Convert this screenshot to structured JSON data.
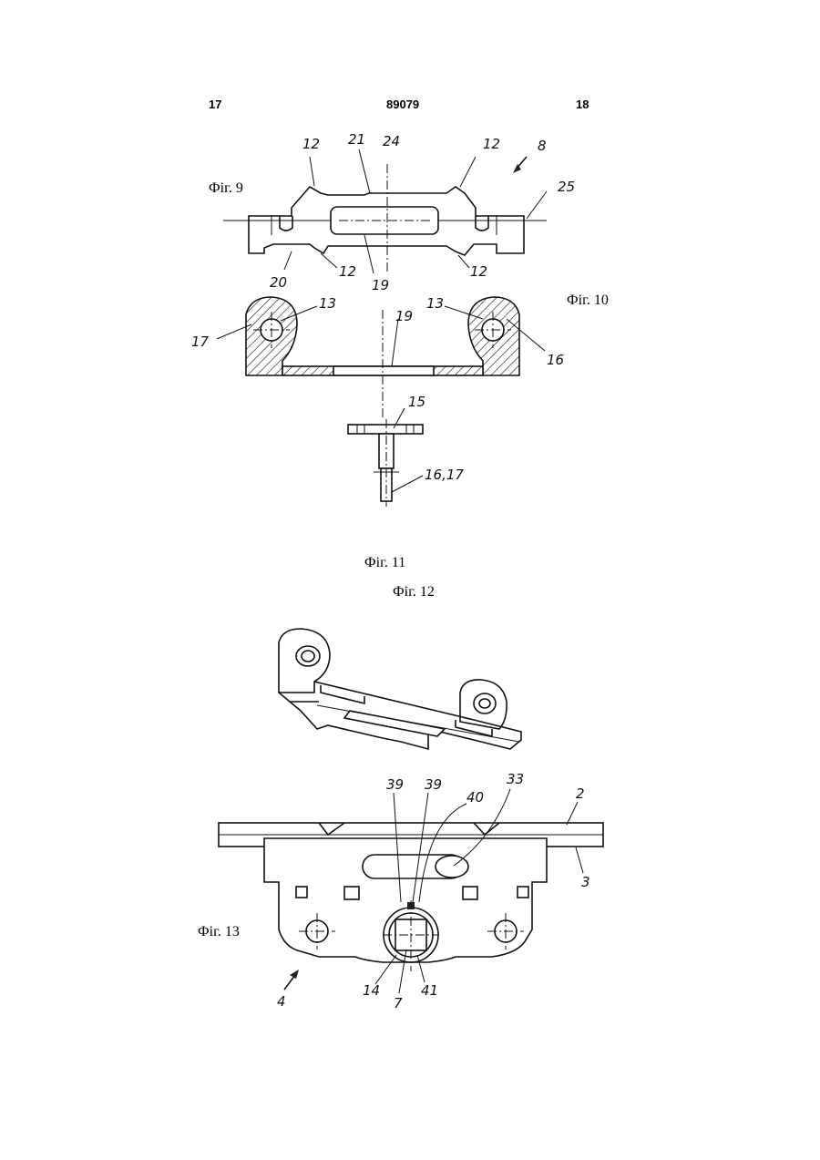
{
  "header": {
    "page_left": "17",
    "patent_number": "89079",
    "page_right": "18"
  },
  "captions": {
    "fig9": "Фіг. 9",
    "fig10": "Фіг. 10",
    "fig11": "Фіг. 11",
    "fig12": "Фіг. 12",
    "fig13": "Фіг. 13"
  },
  "reference_labels": {
    "fig9": [
      "12",
      "21",
      "24",
      "12",
      "8",
      "25",
      "20",
      "12",
      "19",
      "12"
    ],
    "fig10": [
      "17",
      "13",
      "19",
      "13",
      "16"
    ],
    "fig11": [
      "15",
      "16,17"
    ],
    "fig13": [
      "39",
      "39",
      "40",
      "33",
      "2",
      "3",
      "14",
      "7",
      "41",
      "4"
    ]
  }
}
